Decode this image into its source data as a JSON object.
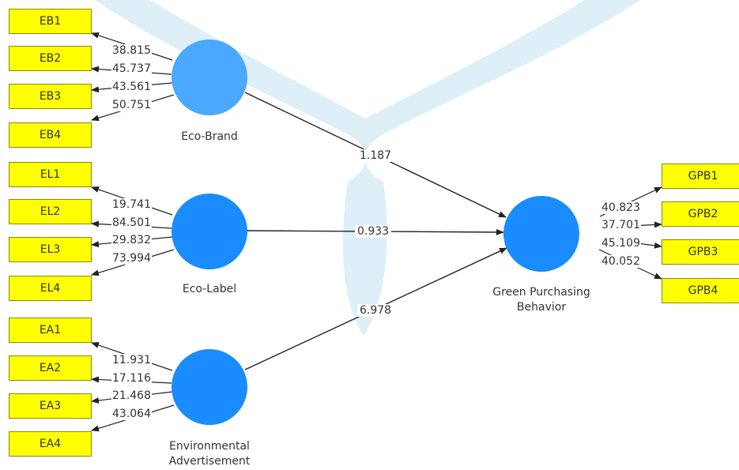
{
  "colors": {
    "indicator_fill": "#ffff00",
    "construct_fill": "#1a8cff",
    "construct_selected_fill": "#4aa8ff",
    "watermark": "#d9ecf6",
    "arrow": "#222222"
  },
  "constructs": {
    "eco_brand": {
      "label": "Eco-Brand"
    },
    "eco_label": {
      "label": "Eco-Label"
    },
    "env_ad": {
      "label_line1": "Environmental",
      "label_line2": "Advertisement"
    },
    "gpb": {
      "label_line1": "Green Purchasing",
      "label_line2": "Behavior"
    }
  },
  "indicators": {
    "eb": [
      "EB1",
      "EB2",
      "EB3",
      "EB4"
    ],
    "el": [
      "EL1",
      "EL2",
      "EL3",
      "EL4"
    ],
    "ea": [
      "EA1",
      "EA2",
      "EA3",
      "EA4"
    ],
    "gpb": [
      "GPB1",
      "GPB2",
      "GPB3",
      "GPB4"
    ]
  },
  "outer_loadings_t": {
    "eb": [
      "38.815",
      "45.737",
      "43.561",
      "50.751"
    ],
    "el": [
      "19.741",
      "84.501",
      "29.832",
      "73.994"
    ],
    "ea": [
      "11.931",
      "17.116",
      "21.468",
      "43.064"
    ],
    "gpb": [
      "40.823",
      "37.701",
      "45.109",
      "40.052"
    ]
  },
  "path_t": {
    "eco_brand_to_gpb": "1.187",
    "eco_label_to_gpb": "0.933",
    "env_ad_to_gpb": "6.978"
  }
}
